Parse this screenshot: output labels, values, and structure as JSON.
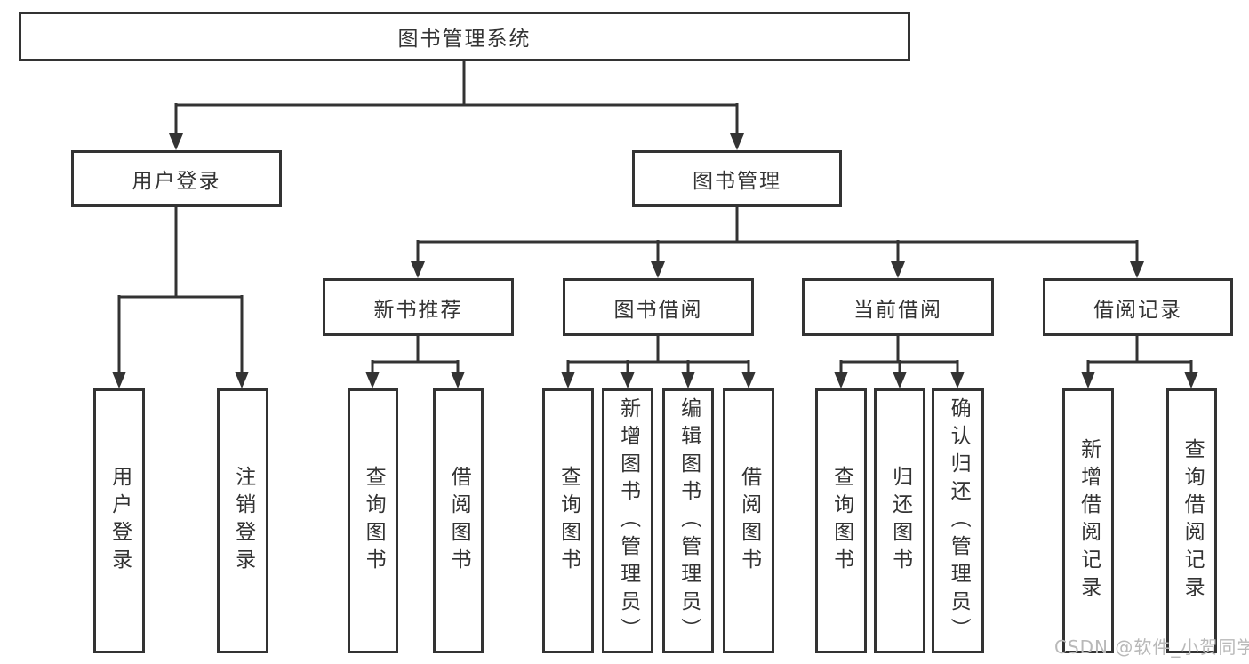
{
  "nodes": {
    "root": "图书管理系统",
    "user_login": "用户登录",
    "book_mgmt": "图书管理",
    "new_book_rec": "新书推荐",
    "book_borrow": "图书借阅",
    "current_borrow": "当前借阅",
    "borrow_record": "借阅记录",
    "leaves": {
      "user_login_1": "用户登录",
      "user_login_2": "注销登录",
      "new_book_1": "查询图书",
      "new_book_2": "借阅图书",
      "borrow_1": "查询图书",
      "borrow_2": "新增图书（管理员）",
      "borrow_3": "编辑图书（管理员）",
      "borrow_4": "借阅图书",
      "current_1": "查询图书",
      "current_2": "归还图书",
      "current_3": "确认归还（管理员）",
      "record_1": "新增借阅记录",
      "record_2": "查询借阅记录"
    }
  },
  "watermark": {
    "text": "CSDN @软件_小贺同学",
    "color": "#b9b9b9"
  },
  "colors": {
    "line": "#333333",
    "box_border": "#333333",
    "text": "#333333",
    "background": "#ffffff"
  }
}
